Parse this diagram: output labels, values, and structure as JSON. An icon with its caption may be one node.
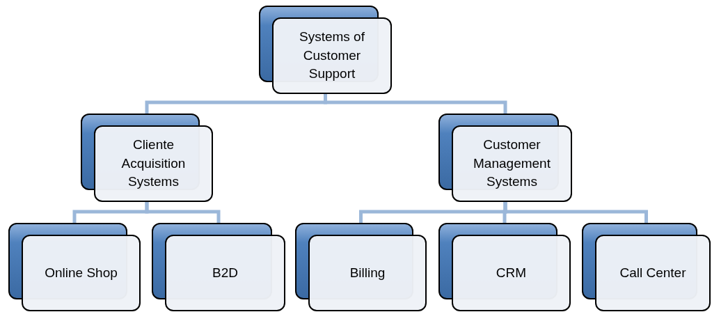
{
  "diagram": {
    "nodes": [
      {
        "text": [
          "Systems of Customer Support"
        ]
      },
      {
        "text": [
          "Cliente Acquisition Systems"
        ]
      },
      {
        "text": [
          "Customer Management Systems"
        ]
      },
      {
        "text": [
          "Online Shop"
        ]
      },
      {
        "text": [
          "B2D"
        ]
      },
      {
        "text": [
          "Billing"
        ]
      },
      {
        "text": [
          "CRM"
        ]
      },
      {
        "text": [
          "Call Center"
        ]
      }
    ],
    "edges": [
      {
        "from": 0,
        "to": 1,
        "arrow": "none"
      },
      {
        "from": 0,
        "to": 2,
        "arrow": "none"
      },
      {
        "from": 1,
        "to": 3,
        "arrow": "none"
      },
      {
        "from": 1,
        "to": 4,
        "arrow": "none"
      },
      {
        "from": 2,
        "to": 5,
        "arrow": "none"
      },
      {
        "from": 2,
        "to": 6,
        "arrow": "none"
      },
      {
        "from": 2,
        "to": 7,
        "arrow": "none"
      }
    ]
  }
}
